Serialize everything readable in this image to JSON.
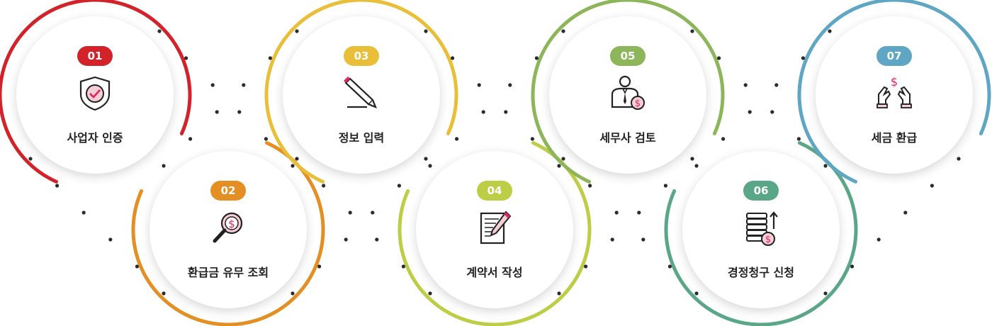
{
  "steps": [
    {
      "num": "01",
      "label": "사업자 인증",
      "color": "#d2232a",
      "icon": "shield-check-icon"
    },
    {
      "num": "02",
      "label": "환급금 유무 조회",
      "color": "#e38f24",
      "icon": "magnifier-dollar-icon"
    },
    {
      "num": "03",
      "label": "정보 입력",
      "color": "#e9bf3a",
      "icon": "pencil-icon"
    },
    {
      "num": "04",
      "label": "계약서 작성",
      "color": "#bdcd45",
      "icon": "document-pen-icon"
    },
    {
      "num": "05",
      "label": "세무사 검토",
      "color": "#8cb659",
      "icon": "accountant-icon"
    },
    {
      "num": "06",
      "label": "경정청구 신청",
      "color": "#5aa788",
      "icon": "coin-stack-icon"
    },
    {
      "num": "07",
      "label": "세금 환급",
      "color": "#5ea6c4",
      "icon": "hands-dollar-icon"
    }
  ]
}
